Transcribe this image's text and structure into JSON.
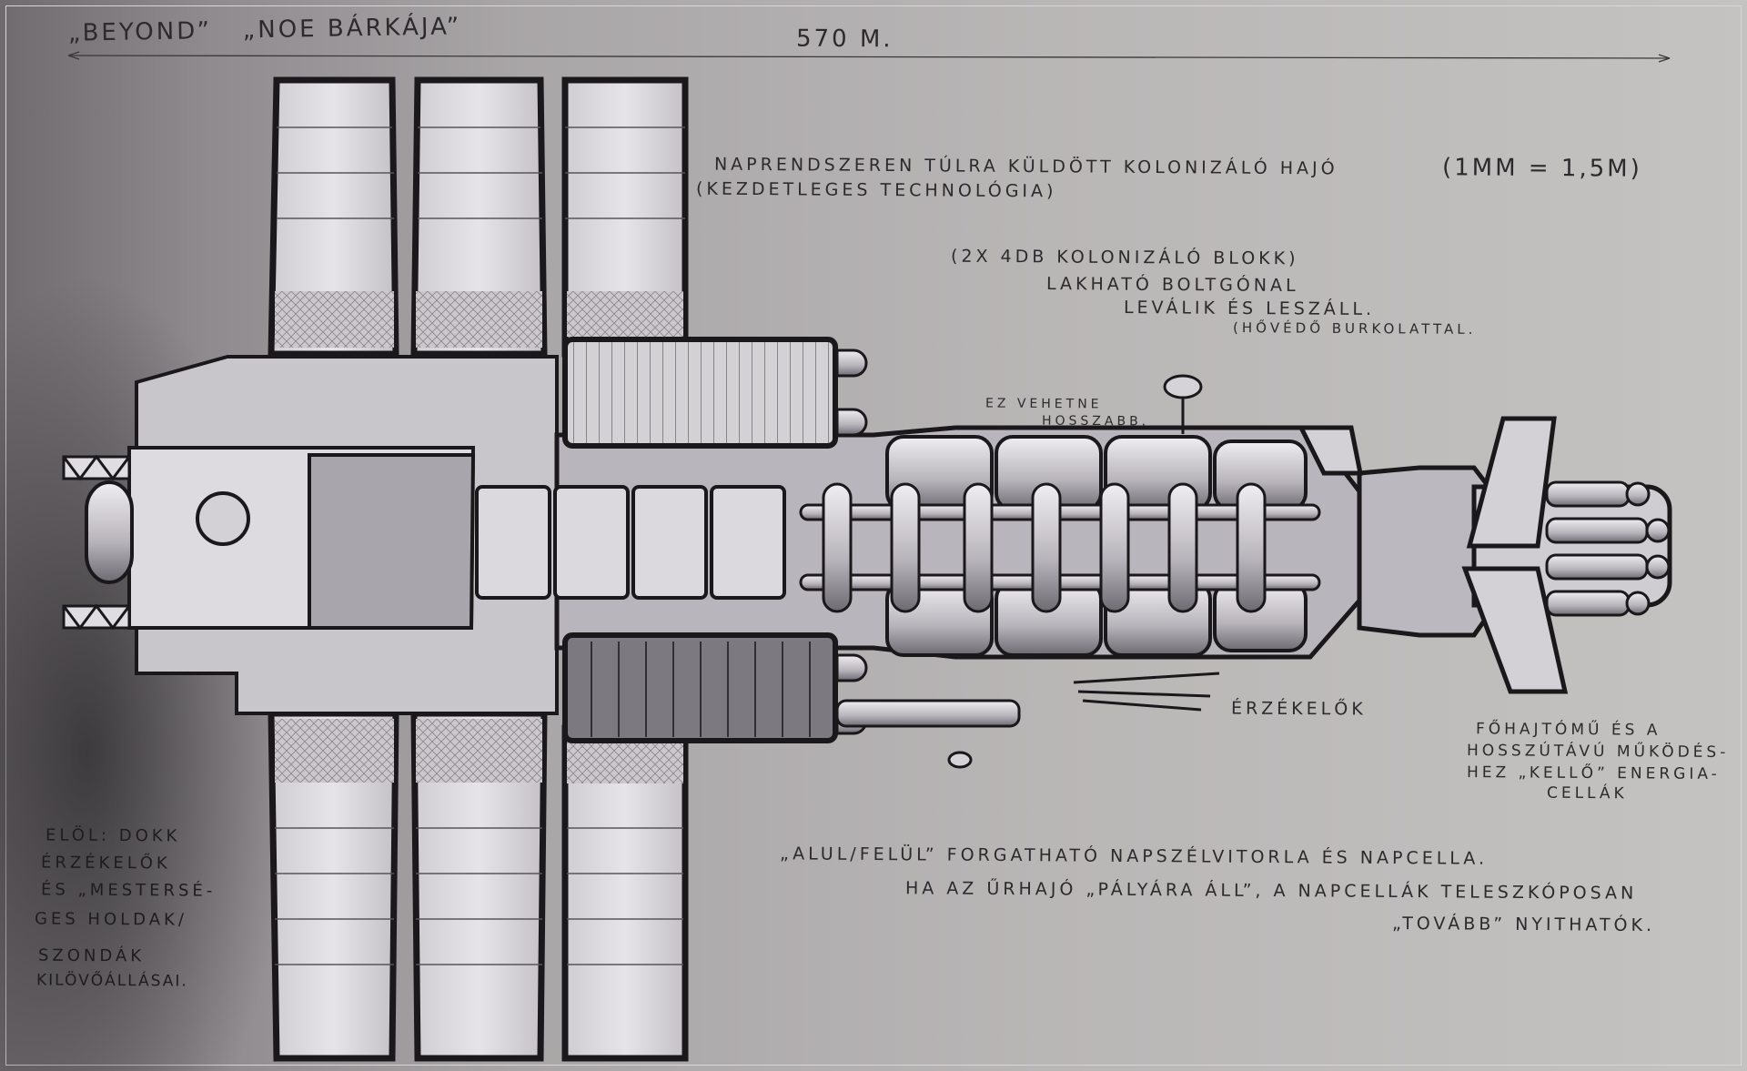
{
  "title": {
    "name1": "„BEYOND”",
    "name2": "„NOE BÁRKÁJA”"
  },
  "dimension": {
    "length": "570 m."
  },
  "scale": "(1mm = 1,5m)",
  "description": {
    "line1": "NAPRENDSZEREN TÚLRA KÜLDÖTT KOLONIZÁLÓ HAJÓ",
    "line2": "(KEZDETLEGES TECHNOLÓGIA)"
  },
  "colony_blocks": {
    "line1": "(2X 4db KOLONIZÁLÓ BLOKK)",
    "line2": "LAKHATÓ BOLTGÓNAL",
    "line3": "LEVÁLIK ÉS LESZÁLL.",
    "line4": "(HŐVÉDŐ BURKOLATTAL."
  },
  "note_longer": {
    "line1": "EZ VEHETNE",
    "line2": "HOSSZABB."
  },
  "sensors": "ÉRZÉKELŐK",
  "main_engine": {
    "line1": "FŐHAJTÓMŰ ÉS A",
    "line2": "HOSSZÚTÁVÚ MŰKÖDÉS-",
    "line3": "HEZ „KELLŐ” ENERGIA-",
    "line4": "CELLÁK"
  },
  "solar_sail": {
    "line1": "„ALUL/FELÜL” FORGATHATÓ NAPSZÉLVITORLA ÉS NAPCELLA.",
    "line2": "HA AZ ŰRHAJÓ „PÁLYÁRA ÁLL”, A NAPCELLÁK TELESZKÓPOSAN",
    "line3": "„TOVÁBB” NYITHATÓK."
  },
  "front_note": {
    "line1": "ELÖL: DOKK",
    "line2": "ÉRZÉKELŐK",
    "line3": "ÉS „MESTERSÉ-",
    "line4": "GES HOLDAK/",
    "line5": "SZONDÁK",
    "line6": "KILÖVŐÁLLÁSAI."
  },
  "colors": {
    "ink": "#2c2a2d",
    "hull": "#d9d6da",
    "hull_shadow": "#8e8a90",
    "outline": "#1a181b"
  }
}
